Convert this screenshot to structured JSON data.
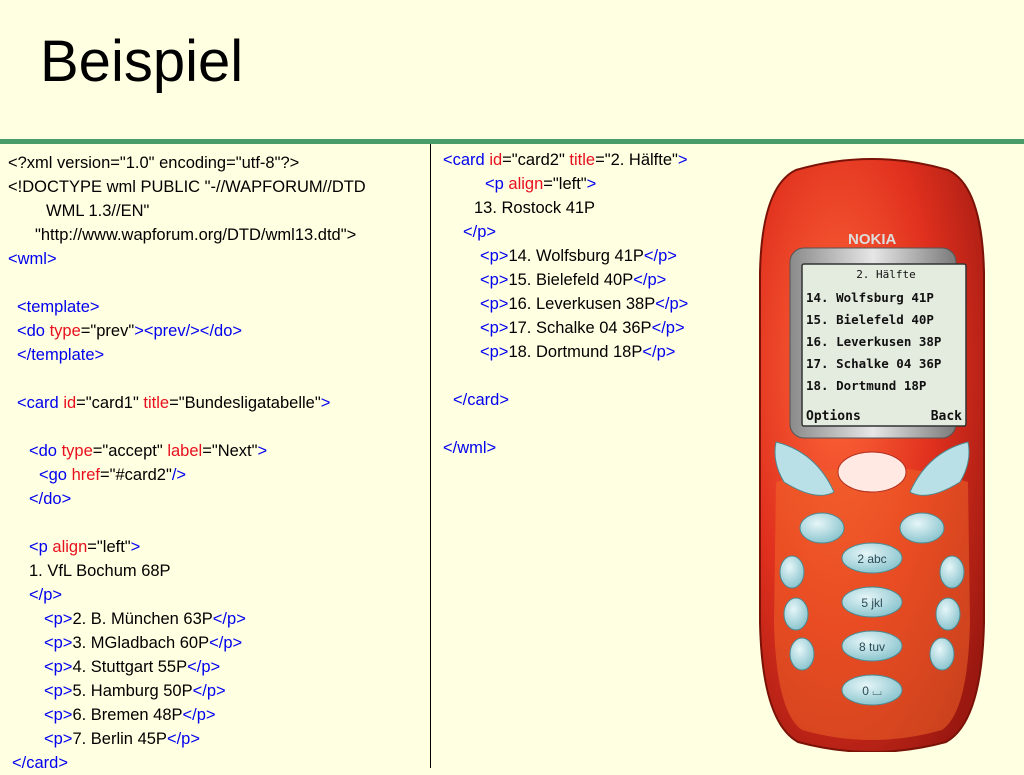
{
  "slide": {
    "title": "Beispiel"
  },
  "left_code": [
    [
      {
        "t": "<?xml version=\"1.0\" encoding=\"utf-8\"?>",
        "c": ""
      }
    ],
    [
      {
        "t": "<!DOCTYPE wml PUBLIC \"-//WAPFORUM//DTD",
        "c": ""
      }
    ],
    [
      {
        "t": "WML 1.3//EN\"",
        "c": ""
      }
    ],
    [
      {
        "t": "\"http://www.wapforum.org/DTD/wml13.dtd\">",
        "c": ""
      }
    ],
    [
      {
        "t": "<wml>",
        "c": "b"
      }
    ],
    [],
    [
      {
        "t": "<template>",
        "c": "b"
      }
    ],
    [
      {
        "t": "<do ",
        "c": "b"
      },
      {
        "t": "type",
        "c": "r"
      },
      {
        "t": "=\"prev\"",
        "c": ""
      },
      {
        "t": "><prev/></do>",
        "c": "b"
      }
    ],
    [
      {
        "t": "</template>",
        "c": "b"
      }
    ],
    [],
    [
      {
        "t": "<card ",
        "c": "b"
      },
      {
        "t": "id",
        "c": "r"
      },
      {
        "t": "=\"card1\" ",
        "c": ""
      },
      {
        "t": "title",
        "c": "r"
      },
      {
        "t": "=\"Bundesligatabelle\"",
        "c": ""
      },
      {
        "t": ">",
        "c": "b"
      }
    ],
    [],
    [
      {
        "t": "<do ",
        "c": "b"
      },
      {
        "t": "type",
        "c": "r"
      },
      {
        "t": "=\"accept\" ",
        "c": ""
      },
      {
        "t": "label",
        "c": "r"
      },
      {
        "t": "=\"Next\"",
        "c": ""
      },
      {
        "t": ">",
        "c": "b"
      }
    ],
    [
      {
        "t": "<go ",
        "c": "b"
      },
      {
        "t": "href",
        "c": "r"
      },
      {
        "t": "=\"#card2\"",
        "c": ""
      },
      {
        "t": "/>",
        "c": "b"
      }
    ],
    [
      {
        "t": "</do>",
        "c": "b"
      }
    ],
    [],
    [
      {
        "t": "<p ",
        "c": "b"
      },
      {
        "t": "align",
        "c": "r"
      },
      {
        "t": "=\"left\"",
        "c": ""
      },
      {
        "t": ">",
        "c": "b"
      }
    ],
    [
      {
        "t": "1. VfL Bochum 68P",
        "c": ""
      }
    ],
    [
      {
        "t": "</p>",
        "c": "b"
      }
    ],
    [
      {
        "t": "<p>",
        "c": "b"
      },
      {
        "t": "2. B. München 63P",
        "c": ""
      },
      {
        "t": "</p>",
        "c": "b"
      }
    ],
    [
      {
        "t": "<p>",
        "c": "b"
      },
      {
        "t": "3. MGladbach 60P",
        "c": ""
      },
      {
        "t": "</p>",
        "c": "b"
      }
    ],
    [
      {
        "t": "<p>",
        "c": "b"
      },
      {
        "t": "4. Stuttgart 55P",
        "c": ""
      },
      {
        "t": "</p>",
        "c": "b"
      }
    ],
    [
      {
        "t": "<p>",
        "c": "b"
      },
      {
        "t": "5. Hamburg 50P",
        "c": ""
      },
      {
        "t": "</p>",
        "c": "b"
      }
    ],
    [
      {
        "t": "<p>",
        "c": "b"
      },
      {
        "t": "6. Bremen 48P",
        "c": ""
      },
      {
        "t": "</p>",
        "c": "b"
      }
    ],
    [
      {
        "t": "<p>",
        "c": "b"
      },
      {
        "t": "7. Berlin 45P",
        "c": ""
      },
      {
        "t": "</p>",
        "c": "b"
      }
    ],
    [
      {
        "t": "</card>",
        "c": "b"
      }
    ]
  ],
  "left_indent": [
    0,
    0,
    38,
    27,
    0,
    0,
    9,
    9,
    9,
    0,
    9,
    0,
    21,
    31,
    21,
    0,
    21,
    21,
    21,
    36,
    36,
    36,
    36,
    36,
    36,
    4
  ],
  "right_code": [
    [
      {
        "t": "<card ",
        "c": "b"
      },
      {
        "t": "id",
        "c": "r"
      },
      {
        "t": "=\"card2\" ",
        "c": ""
      },
      {
        "t": "title",
        "c": "r"
      },
      {
        "t": "=\"2. Hälfte\"",
        "c": ""
      },
      {
        "t": ">",
        "c": "b"
      }
    ],
    [
      {
        "t": "<p ",
        "c": "b"
      },
      {
        "t": "align",
        "c": "r"
      },
      {
        "t": "=\"left\"",
        "c": ""
      },
      {
        "t": ">",
        "c": "b"
      }
    ],
    [
      {
        "t": "13. Rostock 41P",
        "c": ""
      }
    ],
    [
      {
        "t": "</p>",
        "c": "b"
      }
    ],
    [
      {
        "t": "<p>",
        "c": "b"
      },
      {
        "t": "14. Wolfsburg 41P",
        "c": ""
      },
      {
        "t": "</p>",
        "c": "b"
      }
    ],
    [
      {
        "t": "<p>",
        "c": "b"
      },
      {
        "t": "15. Bielefeld 40P",
        "c": ""
      },
      {
        "t": "</p>",
        "c": "b"
      }
    ],
    [
      {
        "t": "<p>",
        "c": "b"
      },
      {
        "t": "16. Leverkusen 38P",
        "c": ""
      },
      {
        "t": "</p>",
        "c": "b"
      }
    ],
    [
      {
        "t": "<p>",
        "c": "b"
      },
      {
        "t": "17. Schalke 04 36P",
        "c": ""
      },
      {
        "t": "</p>",
        "c": "b"
      }
    ],
    [
      {
        "t": "<p>",
        "c": "b"
      },
      {
        "t": "18. Dortmund 18P",
        "c": ""
      },
      {
        "t": "</p>",
        "c": "b"
      }
    ],
    [],
    [
      {
        "t": "</card>",
        "c": "b"
      }
    ],
    [],
    [
      {
        "t": "</wml>",
        "c": "b"
      }
    ]
  ],
  "right_indent": [
    0,
    42,
    31,
    20,
    37,
    37,
    37,
    37,
    37,
    0,
    10,
    0,
    0
  ],
  "phone": {
    "brand": "NOKIA",
    "screen_title": "2. Hälfte",
    "screen_lines": [
      "14. Wolfsburg 41P",
      "15. Bielefeld 40P",
      "16. Leverkusen 38P",
      "17. Schalke 04 36P",
      "18. Dortmund 18P"
    ],
    "softkey_left": "Options",
    "softkey_right": "Back",
    "keys": [
      "2 abc",
      "5 jkl",
      "8 tuv",
      "0 ⌴"
    ],
    "colors": {
      "body": "#e0301e",
      "frame": "#c8c8c8",
      "screen": "#e4ece0",
      "keys": "#9fd0d8"
    }
  }
}
